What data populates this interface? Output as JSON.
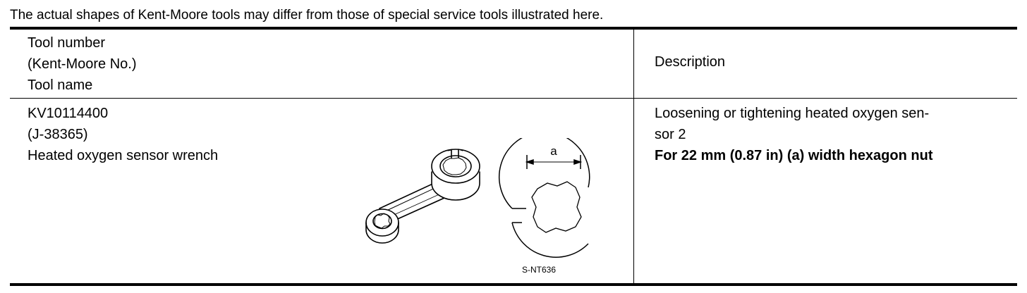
{
  "note": "The actual shapes of Kent-Moore tools may differ from those of special service tools illustrated here.",
  "header": {
    "tool_lines": [
      "Tool number",
      "(Kent-Moore No.)",
      "Tool name"
    ],
    "description": "Description"
  },
  "row": {
    "tool_number": "KV10114400",
    "kent_moore_no": "(J-38365)",
    "tool_name": "Heated oxygen sensor wrench",
    "description_line1": "Loosening or tightening heated oxygen sen-",
    "description_line2": "sor 2",
    "description_bold": "For 22 mm (0.87 in) (a) width hexagon nut",
    "dimension_label": "a",
    "figure_id": "S-NT636"
  }
}
